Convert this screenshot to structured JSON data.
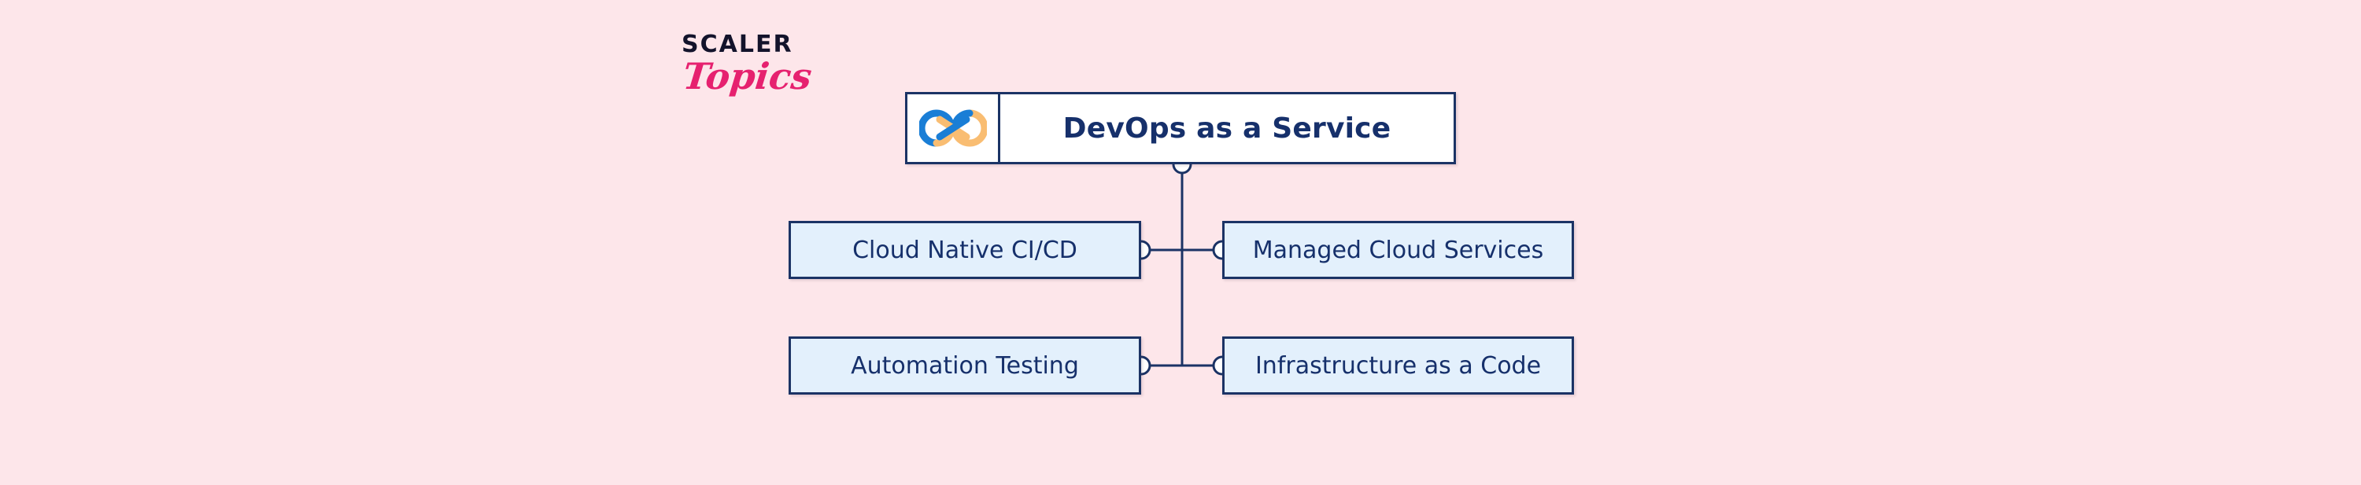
{
  "brand": {
    "line1": "SCALER",
    "line2": "Topics",
    "line1_color": "#13132b",
    "line2_color": "#e6216f"
  },
  "diagram": {
    "type": "hierarchy-tree",
    "background_color": "#fde6ea",
    "node_border_color": "#1b3365",
    "node_text_color": "#16306b",
    "root_fill_color": "#ffffff",
    "child_fill_color": "#e3f0fc",
    "connector_color": "#1b3365",
    "connector_joint_fill": "#ffffff",
    "root": {
      "label": "DevOps as a Service",
      "icon": "devops-infinity-icon",
      "icon_colors": {
        "blue": "#1a7ed6",
        "orange": "#f9bd72"
      }
    },
    "children": [
      {
        "label": "Cloud Native CI/CD",
        "row": 1,
        "side": "left"
      },
      {
        "label": "Managed Cloud Services",
        "row": 1,
        "side": "right"
      },
      {
        "label": "Automation Testing",
        "row": 2,
        "side": "left"
      },
      {
        "label": "Infrastructure as a Code",
        "row": 2,
        "side": "right"
      }
    ]
  }
}
